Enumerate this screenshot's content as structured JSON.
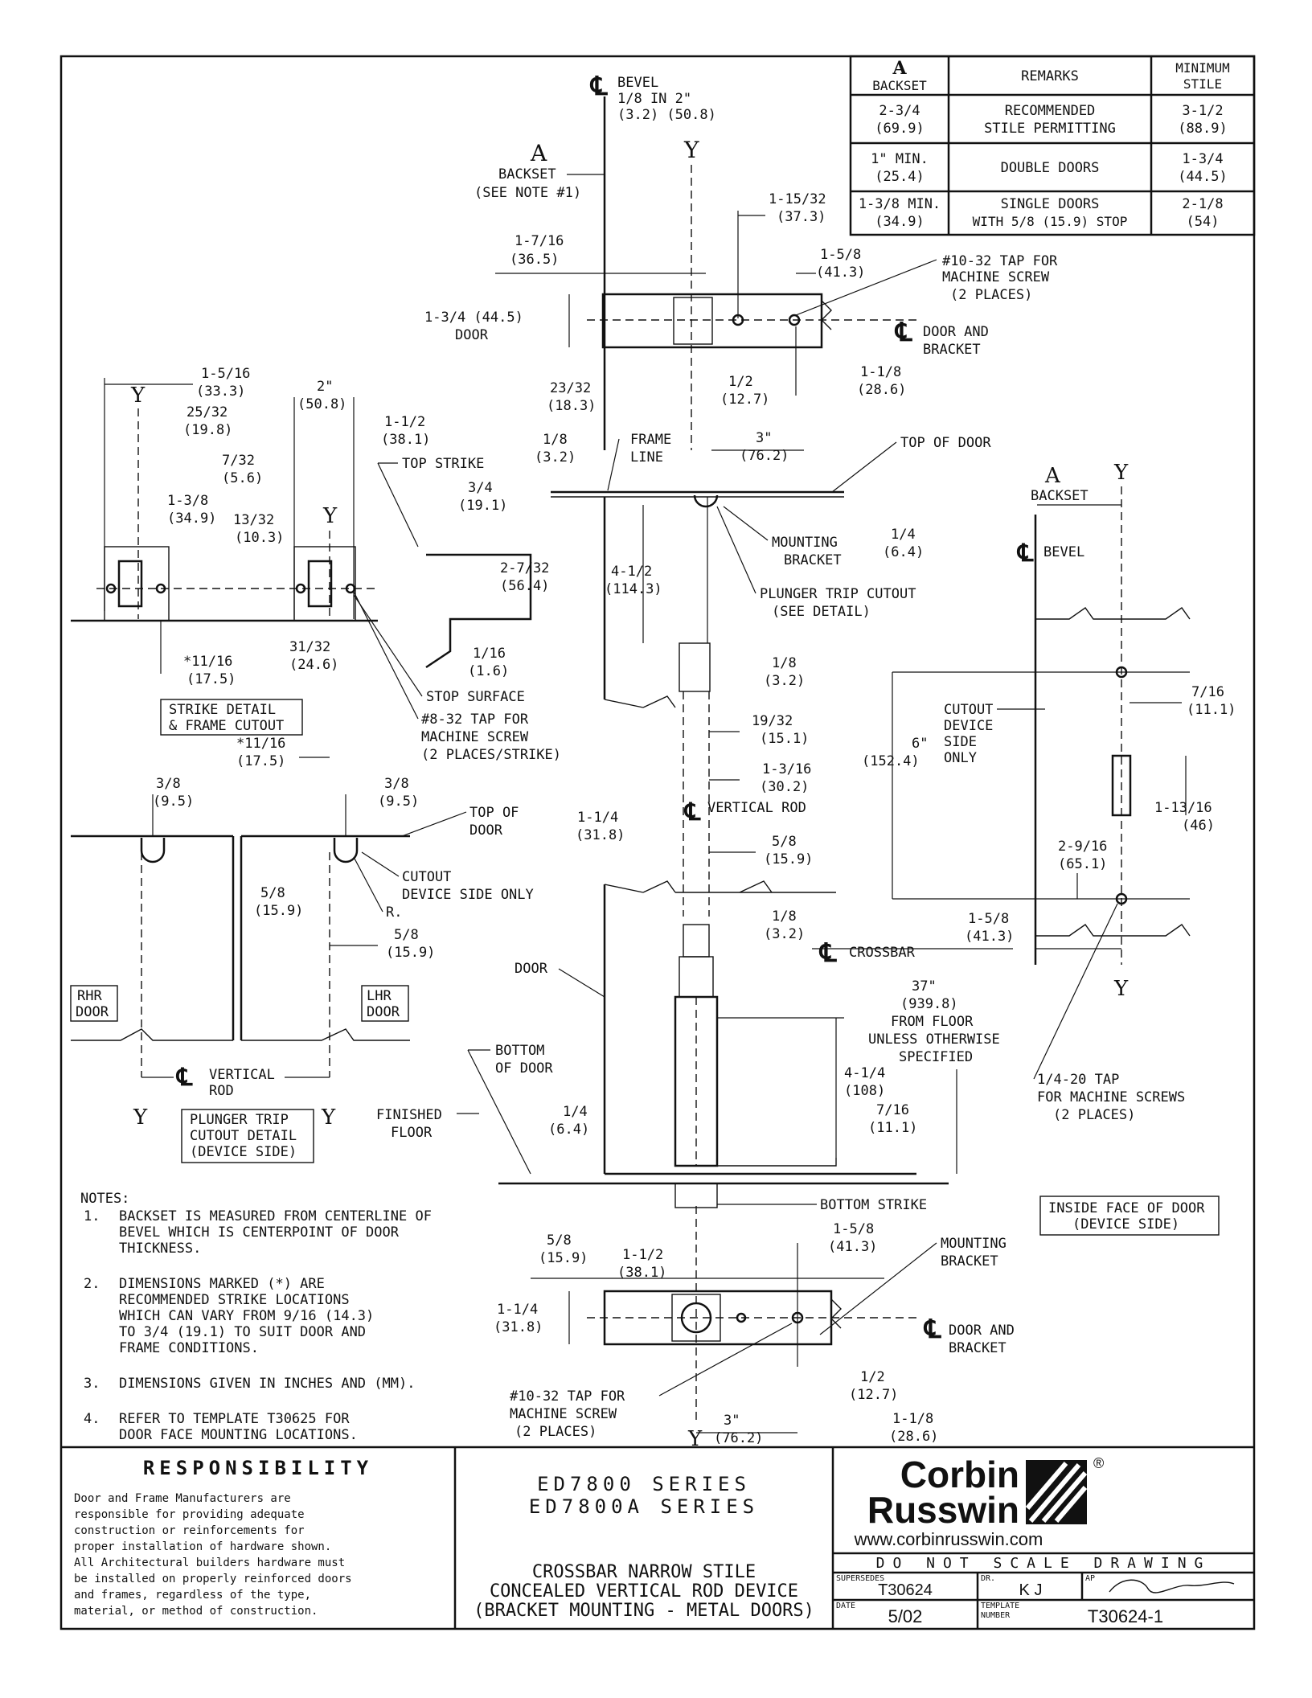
{
  "backset_table": {
    "headers": [
      "A",
      "BACKSET",
      "REMARKS",
      "MINIMUM",
      "STILE"
    ],
    "rows": [
      {
        "backset": "2-3/4",
        "backset_mm": "(69.9)",
        "remarks1": "RECOMMENDED",
        "remarks2": "STILE PERMITTING",
        "stile": "3-1/2",
        "stile_mm": "(88.9)"
      },
      {
        "backset": "1\" MIN.",
        "backset_mm": "(25.4)",
        "remarks1": "DOUBLE DOORS",
        "remarks2": "",
        "stile": "1-3/4",
        "stile_mm": "(44.5)"
      },
      {
        "backset": "1-3/8 MIN.",
        "backset_mm": "(34.9)",
        "remarks1": "SINGLE DOORS",
        "remarks2": "WITH 5/8 (15.9) STOP",
        "stile": "2-1/8",
        "stile_mm": "(54)"
      }
    ]
  },
  "labels": {
    "cl": "℄",
    "bevel": "BEVEL",
    "bevel_dim": "1/8 IN 2\"",
    "bevel_dim_mm": "(3.2) (50.8)",
    "y": "Y",
    "a": "A",
    "backset": "BACKSET",
    "see_note": "(SEE NOTE #1)",
    "d_1_15_32": "1-15/32",
    "d_37_3": "(37.3)",
    "d_1_7_16": "1-7/16",
    "d_36_5": "(36.5)",
    "d_1_5_8": "1-5/8",
    "d_41_3": "(41.3)",
    "tap_10_32": "#10-32 TAP FOR",
    "machine_screw": "MACHINE SCREW",
    "two_places": "(2 PLACES)",
    "door_44_5": "1-3/4 (44.5)",
    "door": "DOOR",
    "door_and": "DOOR AND",
    "bracket": "BRACKET",
    "d_1_1_8": "1-1/8",
    "d_28_6": "(28.6)",
    "d_23_32": "23/32",
    "d_18_3": "(18.3)",
    "d_1_2": "1/2",
    "d_12_7": "(12.7)",
    "d_3in": "3\"",
    "d_76_2": "(76.2)",
    "d_1_8": "1/8",
    "d_3_2": "(3.2)",
    "frame": "FRAME",
    "line": "LINE",
    "top_of_door": "TOP OF DOOR",
    "d_1_5_16": "1-5/16",
    "d_33_3": "(33.3)",
    "d_25_32": "25/32",
    "d_19_8": "(19.8)",
    "d_2in": "2\"",
    "d_50_8": "(50.8)",
    "d_1_1_2": "1-1/2",
    "d_38_1": "(38.1)",
    "d_7_32": "7/32",
    "d_5_6": "(5.6)",
    "top_strike": "TOP STRIKE",
    "d_3_4": "3/4",
    "d_19_1": "(19.1)",
    "d_1_3_8": "1-3/8",
    "d_34_9": "(34.9)",
    "d_13_32": "13/32",
    "d_10_3": "(10.3)",
    "mounting": "MOUNTING",
    "d_1_4": "1/4",
    "d_6_4": "(6.4)",
    "d_4_1_2": "4-1/2",
    "d_114_3": "(114.3)",
    "plunger_trip_cutout": "PLUNGER TRIP CUTOUT",
    "see_detail": "(SEE DETAIL)",
    "d_2_7_32": "2-7/32",
    "d_56_4": "(56.4)",
    "stop_surface": "STOP SURFACE",
    "d_11_16s": "*11/16",
    "d_17_5": "(17.5)",
    "d_31_32": "31/32",
    "d_24_6": "(24.6)",
    "d_1_16": "1/16",
    "d_1_6": "(1.6)",
    "strike_detail": "STRIKE DETAIL",
    "frame_cutout": "& FRAME CUTOUT",
    "tap_8_32": "#8-32 TAP FOR",
    "places_strike": "(2 PLACES/STRIKE)",
    "d_19_32": "19/32",
    "d_15_1": "(15.1)",
    "d_1_3_16": "1-3/16",
    "d_30_2": "(30.2)",
    "d_3_8": "3/8",
    "d_9_5": "(9.5)",
    "top_of": "TOP OF",
    "d_1_1_4": "1-1/4",
    "d_31_8": "(31.8)",
    "vertical_rod": "VERTICAL ROD",
    "d_5_8": "5/8",
    "d_15_9": "(15.9)",
    "cutout": "CUTOUT",
    "device_side_only": "DEVICE SIDE ONLY",
    "r": "R.",
    "crossbar": "CROSSBAR",
    "d_37in": "37\"",
    "d_939_8": "(939.8)",
    "from_floor": "FROM FLOOR",
    "unless": "UNLESS OTHERWISE",
    "specified": "SPECIFIED",
    "rhr": "RHR",
    "lhr": "LHR",
    "vertical": "VERTICAL",
    "rod": "ROD",
    "plunger_trip": "PLUNGER TRIP",
    "cutout_detail": "CUTOUT DETAIL",
    "device_side_p": "(DEVICE SIDE)",
    "bottom": "BOTTOM",
    "of_door": "OF DOOR",
    "finished": "FINISHED",
    "floor": "FLOOR",
    "d_4_1_4": "4-1/4",
    "d_108": "(108)",
    "d_7_16": "7/16",
    "d_11_1": "(11.1)",
    "bottom_strike": "BOTTOM STRIKE",
    "device": "DEVICE",
    "side": "SIDE",
    "only": "ONLY",
    "d_6in": "6\"",
    "d_152_4": "(152.4)",
    "d_1_13_16": "1-13/16",
    "d_46": "(46)",
    "d_2_9_16": "2-9/16",
    "d_65_1": "(65.1)",
    "tap_1_4_20": "1/4-20 TAP",
    "for_machine_screws": "FOR MACHINE SCREWS",
    "inside_face": "INSIDE FACE OF DOOR",
    "device_side_p2": "(DEVICE SIDE)"
  },
  "notes": {
    "heading": "NOTES:",
    "items": [
      {
        "num": "1.",
        "lines": [
          "BACKSET IS MEASURED FROM CENTERLINE OF",
          "BEVEL WHICH IS CENTERPOINT OF DOOR",
          "THICKNESS."
        ]
      },
      {
        "num": "2.",
        "lines": [
          "DIMENSIONS MARKED (*) ARE",
          "RECOMMENDED STRIKE LOCATIONS",
          "WHICH CAN VARY FROM 9/16 (14.3)",
          "TO 3/4 (19.1) TO SUIT DOOR AND",
          "FRAME CONDITIONS."
        ]
      },
      {
        "num": "3.",
        "lines": [
          "DIMENSIONS GIVEN IN INCHES AND (MM)."
        ]
      },
      {
        "num": "4.",
        "lines": [
          "REFER TO TEMPLATE T30625 FOR",
          "DOOR FACE MOUNTING LOCATIONS."
        ]
      }
    ]
  },
  "title_block": {
    "responsibility_title": "RESPONSIBILITY",
    "responsibility_lines": [
      "Door and Frame Manufacturers are",
      "responsible for providing adequate",
      "construction or reinforcements for",
      "proper installation of hardware shown.",
      "All Architectural builders hardware must",
      "be installed on properly reinforced doors",
      "and frames, regardless of the type,",
      "material, or method of construction."
    ],
    "series1": "ED7800 SERIES",
    "series2": "ED7800A SERIES",
    "desc1": "CROSSBAR NARROW STILE",
    "desc2": "CONCEALED VERTICAL ROD DEVICE",
    "desc3": "(BRACKET MOUNTING - METAL DOORS)",
    "logo1": "Corbin",
    "logo2": "Russwin",
    "registered": "®",
    "url": "www.corbinrusswin.com",
    "do_not_scale": "DO NOT SCALE DRAWING",
    "supersedes_label": "SUPERSEDES",
    "supersedes": "T30624",
    "dr_label": "DR.",
    "dr": "K J",
    "ap_label": "AP",
    "date_label": "DATE",
    "date": "5/02",
    "template_label1": "TEMPLATE",
    "template_label2": "NUMBER",
    "template_number": "T30624-1"
  }
}
